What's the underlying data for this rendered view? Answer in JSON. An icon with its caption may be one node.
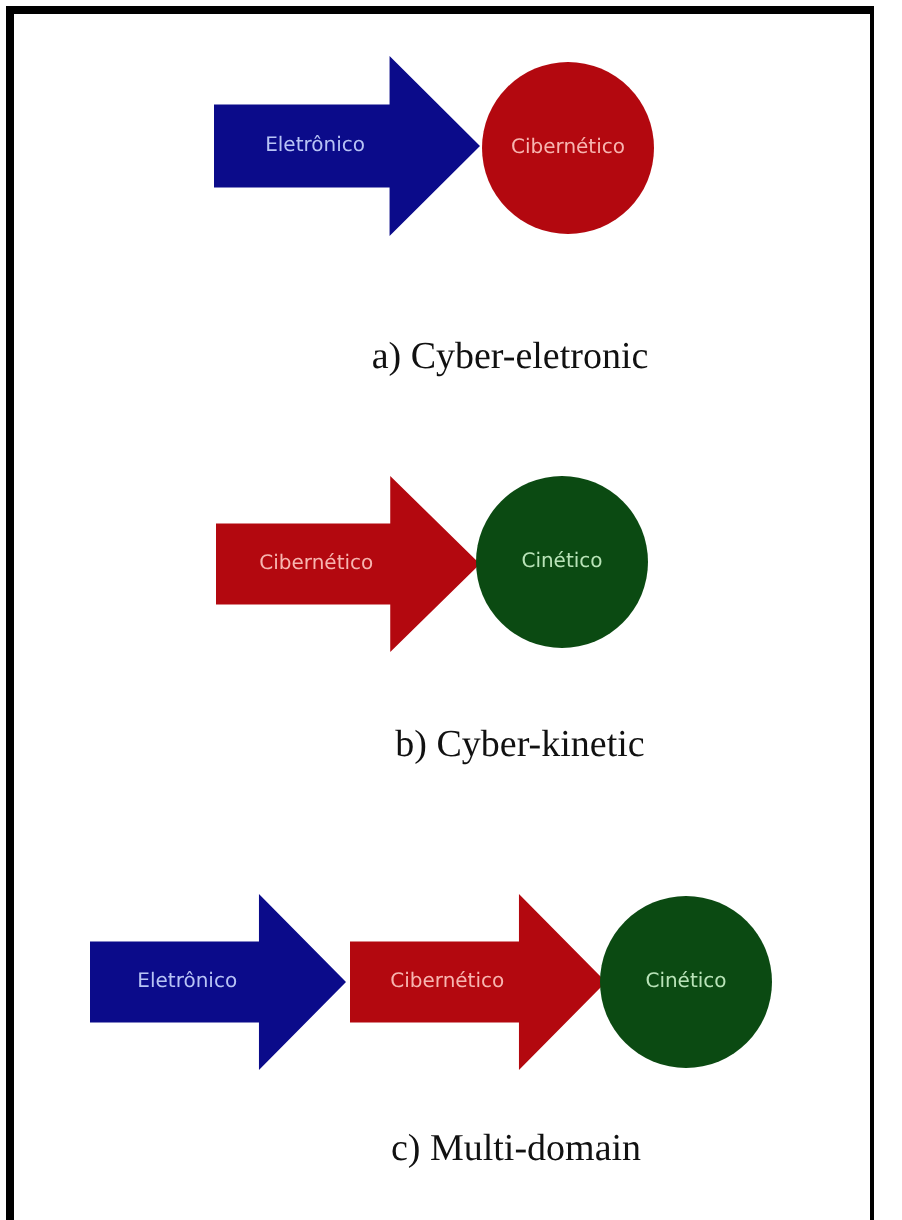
{
  "diagram": {
    "nodes": [
      {
        "text": [
          "Eletrônico"
        ]
      },
      {
        "text": [
          "Cibernético"
        ]
      },
      {
        "text": [
          "Cibernético"
        ]
      },
      {
        "text": [
          "Cinético"
        ]
      },
      {
        "text": [
          "Eletrônico"
        ]
      },
      {
        "text": [
          "Cibernético"
        ]
      },
      {
        "text": [
          "Cinético"
        ]
      }
    ],
    "labels": [
      "a) Cyber-eletronic",
      "b) Cyber-kinetic",
      "c) Multi-domain"
    ]
  }
}
